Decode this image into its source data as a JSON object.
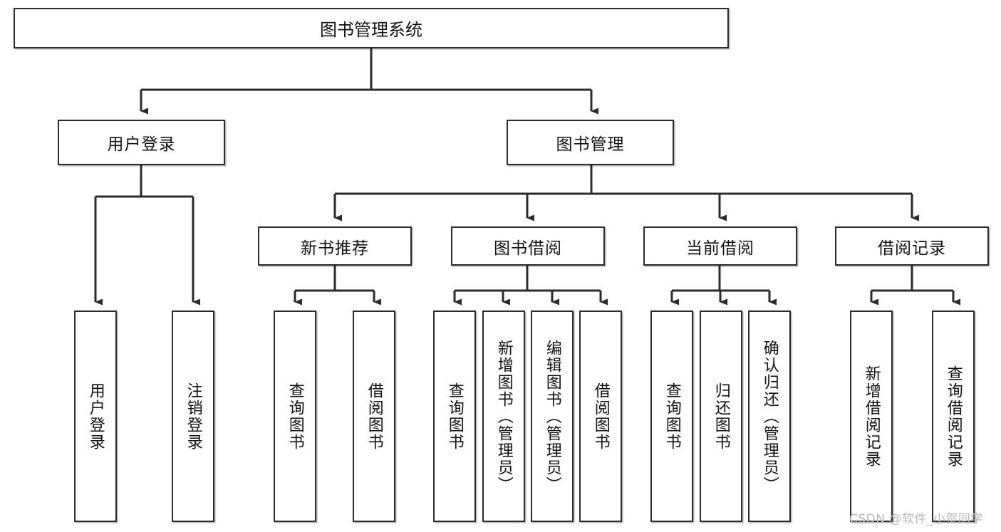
{
  "diagram": {
    "type": "hierarchy-tree",
    "orientation": "top-down",
    "watermark": "CSDN @软件_小贺同学",
    "colors": {
      "box_border": "#2b2b2b",
      "box_fill": "#ffffff",
      "connector": "#2b2b2b",
      "text": "#111111",
      "watermark": "#b9b9b9",
      "background": "#ffffff"
    },
    "root": {
      "id": "root",
      "label": "图书管理系统"
    },
    "level2": [
      {
        "id": "user-login",
        "label": "用户登录"
      },
      {
        "id": "book-manage",
        "label": "图书管理"
      }
    ],
    "level3": [
      {
        "id": "new-book-recommend",
        "label": "新书推荐",
        "parent": "book-manage"
      },
      {
        "id": "book-borrow",
        "label": "图书借阅",
        "parent": "book-manage"
      },
      {
        "id": "current-borrow",
        "label": "当前借阅",
        "parent": "book-manage"
      },
      {
        "id": "borrow-record",
        "label": "借阅记录",
        "parent": "book-manage"
      }
    ],
    "leaves": [
      {
        "id": "leaf-user-login",
        "label": "用户登录",
        "parent": "user-login"
      },
      {
        "id": "leaf-user-logout",
        "label": "注销登录",
        "parent": "user-login"
      },
      {
        "id": "leaf-query-book-1",
        "label": "查询图书",
        "parent": "new-book-recommend"
      },
      {
        "id": "leaf-borrow-book-1",
        "label": "借阅图书",
        "parent": "new-book-recommend"
      },
      {
        "id": "leaf-query-book-2",
        "label": "查询图书",
        "parent": "book-borrow"
      },
      {
        "id": "leaf-add-book",
        "label": "新增图书（管理员）",
        "parent": "book-borrow"
      },
      {
        "id": "leaf-edit-book",
        "label": "编辑图书（管理员）",
        "parent": "book-borrow"
      },
      {
        "id": "leaf-borrow-book-2",
        "label": "借阅图书",
        "parent": "book-borrow"
      },
      {
        "id": "leaf-query-book-3",
        "label": "查询图书",
        "parent": "current-borrow"
      },
      {
        "id": "leaf-return-book",
        "label": "归还图书",
        "parent": "current-borrow"
      },
      {
        "id": "leaf-confirm-return",
        "label": "确认归还（管理员）",
        "parent": "current-borrow"
      },
      {
        "id": "leaf-add-record",
        "label": "新增借阅记录",
        "parent": "borrow-record"
      },
      {
        "id": "leaf-query-record",
        "label": "查询借阅记录",
        "parent": "borrow-record"
      }
    ]
  }
}
